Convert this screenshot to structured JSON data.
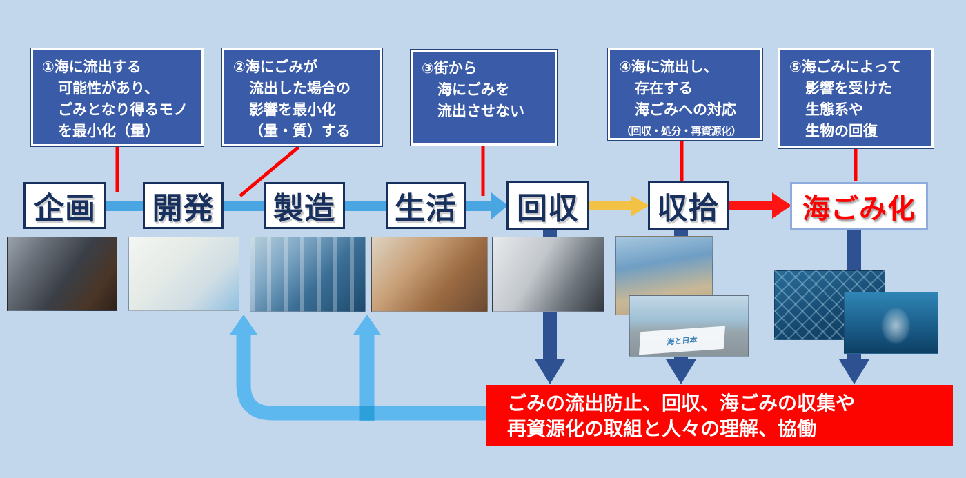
{
  "colors": {
    "background": "#c3d7ec",
    "note_box_fill": "#3a5ba8",
    "navy_border": "#17305e",
    "connector_blue": "#49a6e2",
    "loop_blue": "#5cb8ee",
    "loop_overlap_blue": "#2d9fd9",
    "arrow_yellow": "#f3c144",
    "arrow_red": "#ff1414",
    "pointer_red": "#ff0000",
    "down_arrow_navy": "#2e5191",
    "banner_red": "#fc0400",
    "debris_text_red": "#ff0000",
    "debris_border": "#8faadc"
  },
  "top_boxes": [
    {
      "lines": [
        "①海に流出する",
        "可能性があり、",
        "ごみとなり得るモノ",
        "を最小化（量）"
      ]
    },
    {
      "lines": [
        "②海にごみが",
        "流出した場合の",
        "影響を最小化",
        "（量・質）する"
      ]
    },
    {
      "lines": [
        "③街から",
        "海にごみを",
        "流出させない"
      ]
    },
    {
      "lines": [
        "④海に流出し、",
        "存在する",
        "海ごみへの対応"
      ],
      "note": "（回収・処分・再資源化）"
    },
    {
      "lines": [
        "⑤海ごみによって",
        "影響を受けた",
        "生態系や",
        "生物の回復"
      ]
    }
  ],
  "stages": [
    {
      "label": "企画"
    },
    {
      "label": "開発"
    },
    {
      "label": "製造"
    },
    {
      "label": "生活"
    },
    {
      "label": "回収"
    },
    {
      "label": "収拾"
    },
    {
      "label": "海ごみ化"
    }
  ],
  "photos": [
    {
      "alt": "business planning meeting"
    },
    {
      "alt": "laboratory research and development"
    },
    {
      "alt": "bottle manufacturing factory line"
    },
    {
      "alt": "people dining at a table"
    },
    {
      "alt": "bottle collection recycling machine"
    },
    {
      "alt": "volunteers cleaning up a beach"
    },
    {
      "alt": "volunteers holding Umi to Nippon project banner",
      "banner_text": "海と日本"
    },
    {
      "alt": "discarded fishing net underwater"
    },
    {
      "alt": "plastic bag floating in the sea"
    }
  ],
  "bottom_banner": {
    "line1": "ごみの流出防止、回収、海ごみの収集や",
    "line2": "再資源化の取組と人々の理解、協働"
  }
}
